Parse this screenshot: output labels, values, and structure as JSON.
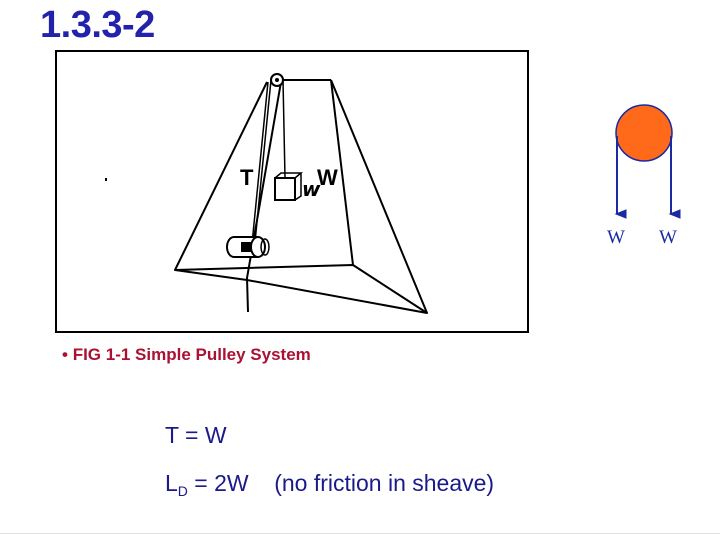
{
  "slide": {
    "title": "1.3.3-2",
    "caption_bullet": "•",
    "caption": "FIG 1-1  Simple Pulley System"
  },
  "figure": {
    "label_t": "T",
    "label_w": "W",
    "handwritten_w": "w"
  },
  "side_diagram": {
    "label_left": "W",
    "label_right": "W",
    "sheave_color": "#ff6a1a",
    "rope_color": "#1a2aa0"
  },
  "equations": {
    "eq1": "T = W",
    "eq2_base": "L",
    "eq2_sub": "D",
    "eq2_rest": " = 2W    (no friction in sheave)"
  },
  "colors": {
    "title": "#2222aa",
    "caption": "#aa1133",
    "equation": "#1a1a8a"
  }
}
